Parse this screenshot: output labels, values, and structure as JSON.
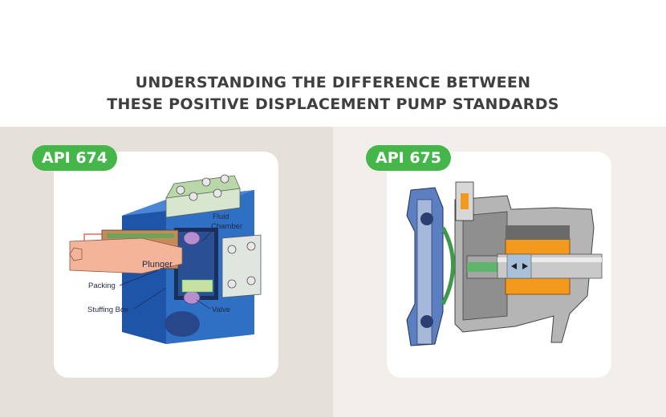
{
  "title": {
    "line1": "UNDERSTANDING THE DIFFERENCE BETWEEN",
    "line2": "THESE POSITIVE DISPLACEMENT PUMP STANDARDS"
  },
  "left": {
    "badge": "API 674",
    "labels": {
      "fluid": "Fluid",
      "chamber": "Chamber",
      "plunger": "Plunger",
      "packing": "Packing",
      "stuffing_box": "Stuffing Box",
      "valve": "Valve"
    }
  },
  "right": {
    "badge": "API 675"
  },
  "colors": {
    "accent_green": "#45b649",
    "title_text": "#3f3f3f",
    "left_panel_bg": "#e5e0da",
    "right_panel_bg": "#f2eeea",
    "pump_blue": "#2f6fc4",
    "plunger_peach": "#f4b49a",
    "oil_orange": "#f39a1e",
    "casing_gray": "#8f8f8f"
  }
}
